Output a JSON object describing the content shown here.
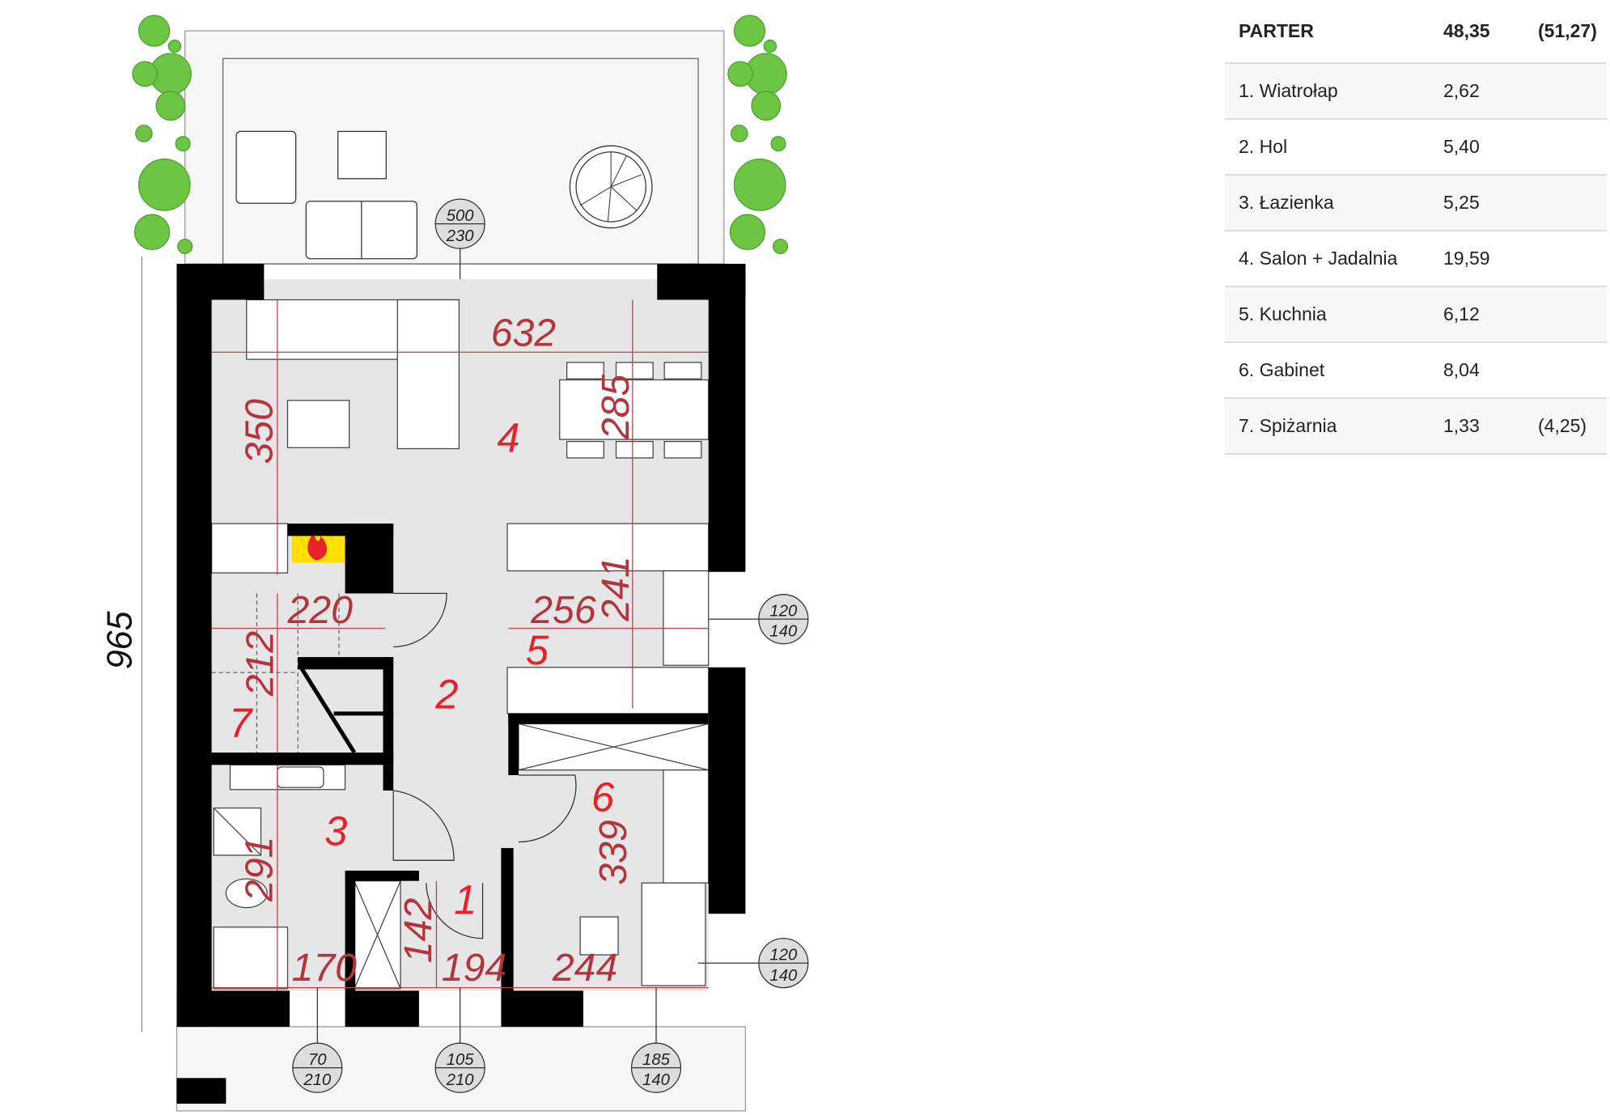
{
  "areas_table": {
    "header": {
      "name": "PARTER",
      "area": "48,35",
      "extra": "(51,27)"
    },
    "rows": [
      {
        "name": "1. Wiatrołap",
        "area": "2,62",
        "extra": ""
      },
      {
        "name": "2. Hol",
        "area": "5,40",
        "extra": ""
      },
      {
        "name": "3. Łazienka",
        "area": "5,25",
        "extra": ""
      },
      {
        "name": "4. Salon + Jadalnia",
        "area": "19,59",
        "extra": ""
      },
      {
        "name": "5. Kuchnia",
        "area": "6,12",
        "extra": ""
      },
      {
        "name": "6. Gabinet",
        "area": "8,04",
        "extra": ""
      },
      {
        "name": "7. Spiżarnia",
        "area": "1,33",
        "extra": "(4,25)"
      }
    ]
  },
  "plan": {
    "total_depth": "965",
    "rooms": [
      "1",
      "2",
      "3",
      "4",
      "5",
      "6",
      "7"
    ],
    "dimensions": {
      "d632": "632",
      "d350": "350",
      "d285": "285",
      "d220": "220",
      "d256": "256",
      "d241": "241",
      "d212": "212",
      "d291": "291",
      "d142": "142",
      "d170": "170",
      "d194": "194",
      "d244": "244",
      "d339": "339"
    },
    "openings": [
      {
        "w": "500",
        "h": "230"
      },
      {
        "w": "120",
        "h": "140"
      },
      {
        "w": "120",
        "h": "140"
      },
      {
        "w": "70",
        "h": "210"
      },
      {
        "w": "105",
        "h": "210"
      },
      {
        "w": "185",
        "h": "140"
      }
    ],
    "colors": {
      "wall": "#000000",
      "floor": "#e6e6e6",
      "terrace": "#f5f6f5",
      "dimension": "#b3343c",
      "room_number": "#e8202a",
      "tree": "#6cc644"
    }
  }
}
